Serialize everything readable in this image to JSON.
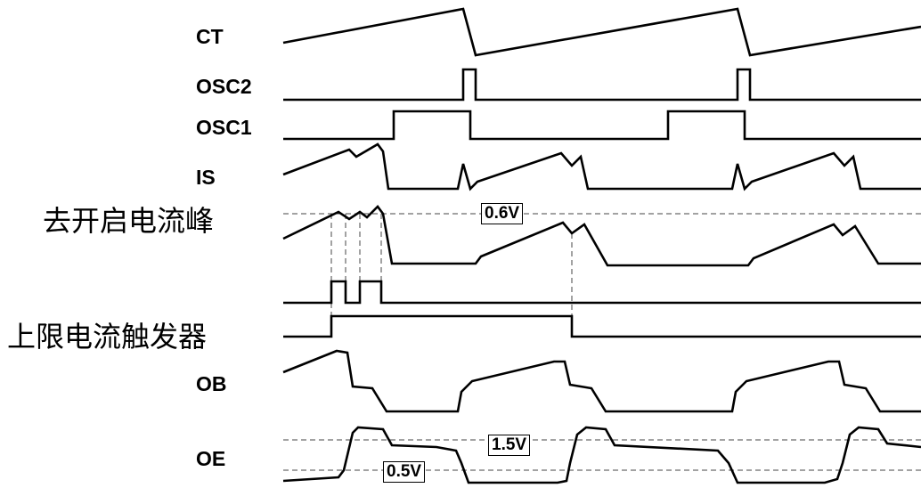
{
  "signals": {
    "ct": "CT",
    "osc2": "OSC2",
    "osc1": "OSC1",
    "is": "IS",
    "leb": "去开启电流峰",
    "ilim": "上限电流触发器",
    "ob": "OB",
    "oe": "OE"
  },
  "levels": {
    "is_threshold": "0.6V",
    "oe_high": "1.5V",
    "oe_low": "0.5V"
  }
}
